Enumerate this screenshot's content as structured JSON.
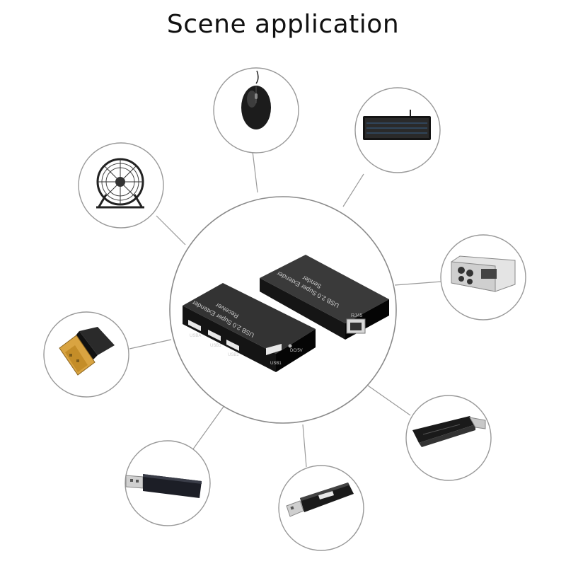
{
  "title": "Scene application",
  "center": {
    "receiver": {
      "line1": "USB 2.0 Super Extender",
      "line2": "Receiver",
      "ports": [
        "USBA",
        "USB1",
        "USB2",
        "USB1",
        "DC/5V"
      ]
    },
    "sender": {
      "line1": "USB 2.0 Super Extender",
      "line2": "Sender",
      "port": "RJ45"
    }
  },
  "devices": [
    {
      "id": "mouse",
      "icon": "mouse-icon"
    },
    {
      "id": "keyboard",
      "icon": "keyboard-icon"
    },
    {
      "id": "fan",
      "icon": "usb-fan-icon"
    },
    {
      "id": "camera",
      "icon": "security-camera-icon"
    },
    {
      "id": "bluetooth-adapter",
      "icon": "usb-adapter-icon"
    },
    {
      "id": "card-reader",
      "icon": "card-reader-icon"
    },
    {
      "id": "wireless-dongle",
      "icon": "usb-dongle-icon"
    },
    {
      "id": "flash-drive",
      "icon": "usb-flash-drive-icon"
    }
  ]
}
